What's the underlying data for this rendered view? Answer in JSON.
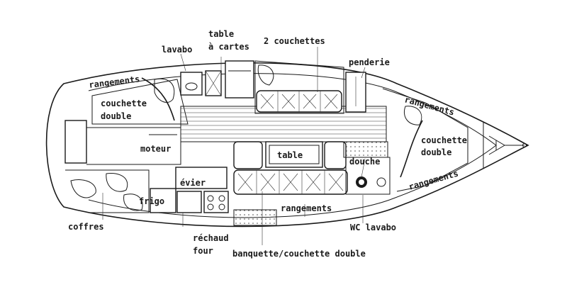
{
  "diagram": {
    "labels": {
      "lavabo_top": "lavabo",
      "table_cartes": "table\nà cartes",
      "deux_couchettes": "2 couchettes",
      "penderie": "penderie",
      "rangements_top_left": "rangements",
      "couchette_double_left": "couchette\ndouble",
      "moteur": "moteur",
      "table": "table",
      "rangements_top_right": "rangements",
      "couchette_double_right": "couchette\ndouble",
      "douche": "douche",
      "rangements_bottom_right": "rangements",
      "evier": "évier",
      "frigo": "frigo",
      "rangements_bottom": "rangements",
      "coffres": "coffres",
      "wc_lavabo": "WC lavabo",
      "rechaud_four": "réchaud\nfour",
      "banquette": "banquette/couchette double"
    }
  }
}
